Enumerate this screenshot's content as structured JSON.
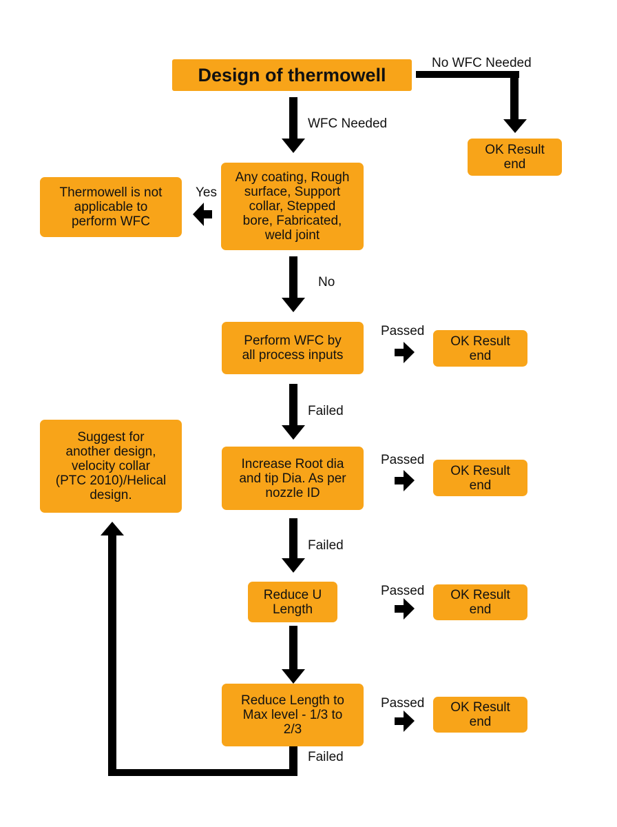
{
  "nodes": {
    "title": "Design of thermowell",
    "ok_top": "OK Result\nend",
    "check": "Any coating, Rough\nsurface, Support\ncollar, Stepped\nbore, Fabricated,\nweld joint",
    "not_applicable": "Thermowell is not\napplicable to\nperform WFC",
    "perform_wfc": "Perform WFC by\nall process inputs",
    "ok_1": "OK Result\nend",
    "suggest": "Suggest for\nanother design,\nvelocity collar\n(PTC 2010)/Helical\ndesign.",
    "increase_dia": "Increase Root dia\nand tip Dia. As per\nnozzle ID",
    "ok_2": "OK Result\nend",
    "reduce_u": "Reduce U\nLength",
    "ok_3": "OK Result\nend",
    "reduce_length": "Reduce Length to\nMax level - 1/3 to\n2/3",
    "ok_4": "OK Result\nend"
  },
  "labels": {
    "no_wfc_needed": "No WFC Needed",
    "wfc_needed": "WFC Needed",
    "yes": "Yes",
    "no": "No",
    "passed_1": "Passed",
    "failed_1": "Failed",
    "passed_2": "Passed",
    "failed_2": "Failed",
    "passed_3": "Passed",
    "passed_4": "Passed",
    "failed_3": "Failed"
  },
  "colors": {
    "box_fill": "#f8a419",
    "arrow": "#000000",
    "text": "#111111"
  }
}
